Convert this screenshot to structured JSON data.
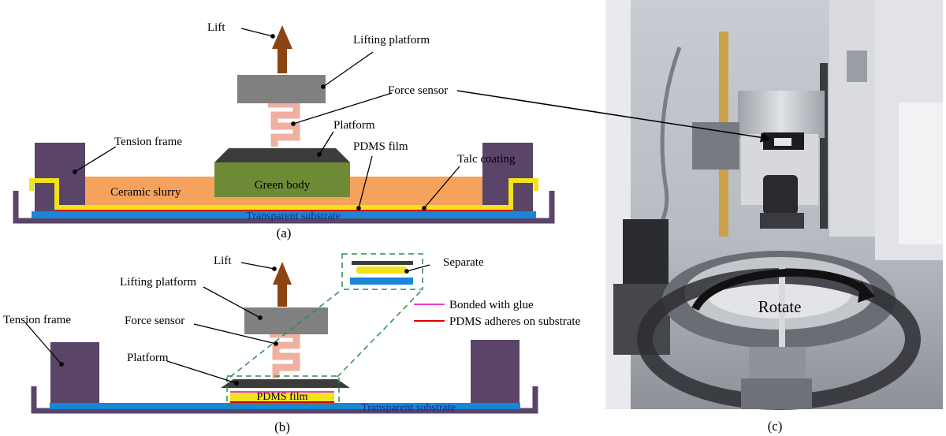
{
  "panel_a": {
    "caption": "(a)",
    "labels": {
      "lift": "Lift",
      "lifting_platform": "Lifting platform",
      "force_sensor": "Force sensor",
      "platform": "Platform",
      "tension_frame": "Tension frame",
      "pdms_film": "PDMS film",
      "talc_coating": "Talc coating",
      "ceramic_slurry": "Ceramic slurry",
      "green_body": "Green body",
      "transparent_substrate": "Transparent substrate"
    }
  },
  "panel_b": {
    "caption": "(b)",
    "labels": {
      "lift": "Lift",
      "lifting_platform": "Lifting platform",
      "force_sensor": "Force sensor",
      "platform": "Platform",
      "tension_frame": "Tension frame",
      "pdms_film": "PDMS film",
      "transparent_substrate": "Transparent substrate",
      "separate": "Separate"
    },
    "legend": [
      {
        "label": "Bonded with glue",
        "color": "#e040d0"
      },
      {
        "label": "PDMS adheres on substrate",
        "color": "#e00000"
      }
    ]
  },
  "panel_c": {
    "caption": "(c)",
    "labels": {
      "rotate": "Rotate"
    }
  },
  "colors": {
    "frame": "#5a4468",
    "slurry": "#f5a25c",
    "green_body": "#6e8a36",
    "substrate": "#1a86d8",
    "talc": "#f2e21a",
    "platform": "#3c3c3c",
    "lifting_platform": "#808080",
    "spring": "#efb0a0",
    "arrow": "#8b4513"
  }
}
